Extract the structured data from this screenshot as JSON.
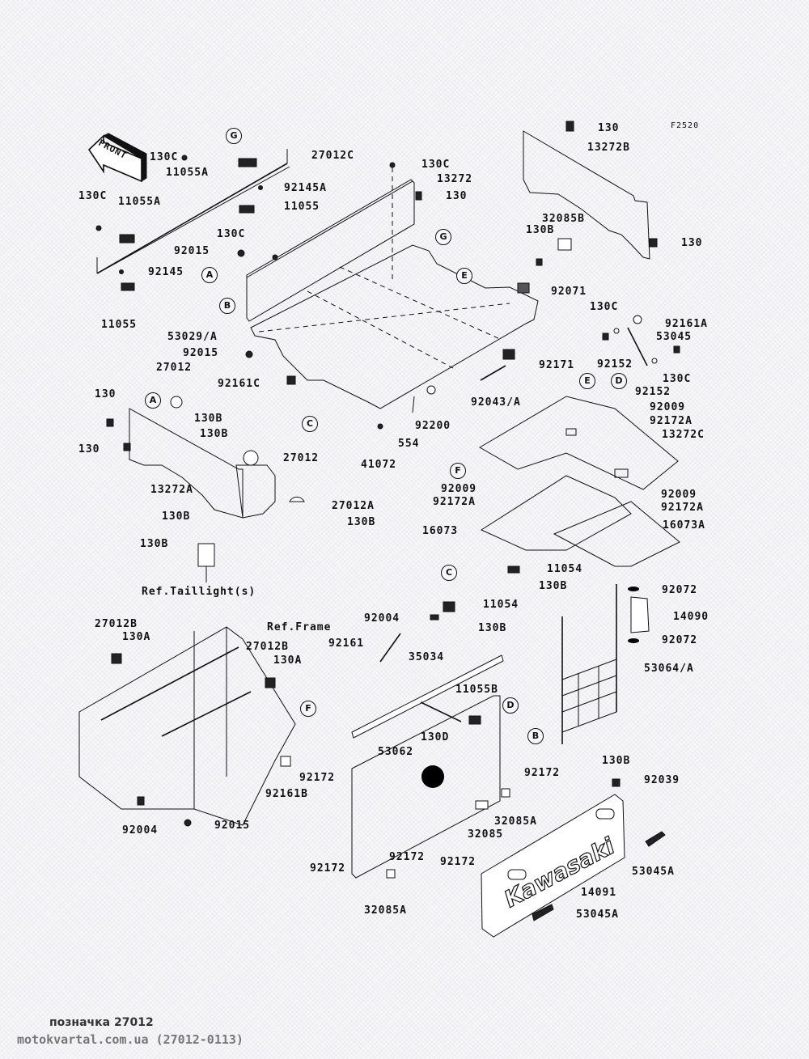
{
  "figure_code": "F2520",
  "front_arrow_label": "FRONT",
  "references": {
    "taillight": "Ref.Taillight(s)",
    "frame": "Ref.Frame"
  },
  "callouts": {
    "A": "A",
    "B": "B",
    "C": "C",
    "D": "D",
    "E": "E",
    "F": "F",
    "G": "G"
  },
  "parts": {
    "top_left": [
      "130C",
      "11055A",
      "27012C",
      "92145A",
      "11055",
      "130C",
      "11055A",
      "92145",
      "11055"
    ],
    "front_panel": [
      "130C",
      "13272",
      "130",
      "130C",
      "92015"
    ],
    "right_panel": [
      "130",
      "13272B",
      "32085B",
      "130B",
      "130"
    ],
    "floor": [
      "53029/A",
      "92015",
      "92161C",
      "92071",
      "92171",
      "92043/A",
      "92200",
      "554",
      "41072"
    ],
    "damper": [
      "130C",
      "92161A",
      "53045",
      "92152",
      "92152",
      "130C"
    ],
    "left_panel": [
      "130",
      "27012",
      "130B",
      "130B",
      "130",
      "27012",
      "13272A",
      "27012A",
      "130B",
      "130B",
      "130B"
    ],
    "mats": [
      "92009",
      "92172A",
      "13272C",
      "92009",
      "92172A",
      "92009",
      "92172A",
      "16073",
      "16073A"
    ],
    "lift_bracket": [
      "11054",
      "130B",
      "11054",
      "92004",
      "130B",
      "92161"
    ],
    "net": [
      "92072",
      "14090",
      "92072",
      "53064/A",
      "130B",
      "92039"
    ],
    "frame": [
      "27012B",
      "130A",
      "27012B",
      "130A",
      "92161B",
      "92004",
      "92015"
    ],
    "tailgate_inner": [
      "35034",
      "11055B",
      "130D",
      "53062",
      "92172",
      "92172",
      "32085A",
      "32085",
      "92172",
      "92172",
      "92172",
      "32085A"
    ],
    "tailgate_outer": [
      "14091",
      "53045A",
      "53045A"
    ]
  },
  "tailgate_brand": "Kawasaki",
  "footer": {
    "caption": "позначка 27012",
    "site": "motokvartal.com.ua (27012-0113)"
  }
}
